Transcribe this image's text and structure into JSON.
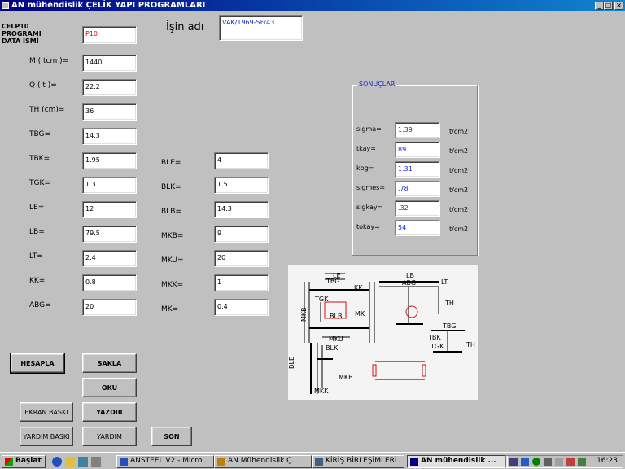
{
  "window": {
    "title": "AN mühendislik  ÇELİK YAPI PROGRAMLARI"
  },
  "header": {
    "data_label": "CELP10\nPROGRAMI\nDATA İSMİ",
    "data_value": "P10",
    "job_label": "İşin adı",
    "job_value": "VAK/1969-SF/43"
  },
  "inputs_left": [
    {
      "label": "M  ( tcm )=",
      "value": "1440"
    },
    {
      "label": "Q  ( t )=",
      "value": "22.2"
    },
    {
      "label": "TH (cm)=",
      "value": "36"
    },
    {
      "label": "TBG=",
      "value": "14.3"
    },
    {
      "label": "TBK=",
      "value": "1.95"
    },
    {
      "label": "TGK=",
      "value": "1.3"
    },
    {
      "label": "LE=",
      "value": "12"
    },
    {
      "label": "LB=",
      "value": "79.5"
    },
    {
      "label": "LT=",
      "value": "2.4"
    },
    {
      "label": "KK=",
      "value": "0.8"
    },
    {
      "label": "ABG=",
      "value": "20"
    }
  ],
  "inputs_right": [
    {
      "label": "BLE=",
      "value": "4"
    },
    {
      "label": "BLK=",
      "value": "1.5"
    },
    {
      "label": "BLB=",
      "value": "14.3"
    },
    {
      "label": "MKB=",
      "value": "9"
    },
    {
      "label": "MKU=",
      "value": "20"
    },
    {
      "label": "MKK=",
      "value": "1"
    },
    {
      "label": "MK=",
      "value": "0.4"
    }
  ],
  "results": {
    "title": "SONUÇLAR",
    "unit": "t/cm2",
    "rows": [
      {
        "label": "sıgma=",
        "value": "1.39"
      },
      {
        "label": "tkay=",
        "value": "89"
      },
      {
        "label": "kbg=",
        "value": "1.31"
      },
      {
        "label": "sıgmes=",
        "value": ".78"
      },
      {
        "label": "sıgkay=",
        "value": ".32"
      },
      {
        "label": "tokay=",
        "value": "54"
      }
    ]
  },
  "buttons": {
    "hesapla": "HESAPLA",
    "sakla": "SAKLA",
    "oku": "OKU",
    "ekran_baski": "EKRAN BASKI",
    "yazdir": "YAZDIR",
    "yardim_baski": "YARDIM BASKI",
    "yardim": "YARDIM",
    "son": "SON"
  },
  "diagram": {
    "labels": [
      "LE",
      "TBG",
      "KK",
      "LB",
      "ABG",
      "LT",
      "TGK",
      "MKB",
      "BLB",
      "MK",
      "MKU",
      "TH",
      "TBG",
      "TBK",
      "TGK",
      "TH",
      "BLE",
      "BLK",
      "MKB",
      "MKK"
    ]
  },
  "taskbar": {
    "start": "Başlat",
    "tasks": [
      "ANSTEEL V2 - Micro...",
      "AN Mühendislik     Ç...",
      "KİRİŞ BİRLEŞİMLERİ",
      "AN mühendislik   ..."
    ],
    "clock": "16:23"
  },
  "colors": {
    "title_start": "#000080",
    "title_end": "#1084d0",
    "face": "#c0c0c0",
    "legend": "#1a2ad0",
    "red_value": "#d01010"
  }
}
